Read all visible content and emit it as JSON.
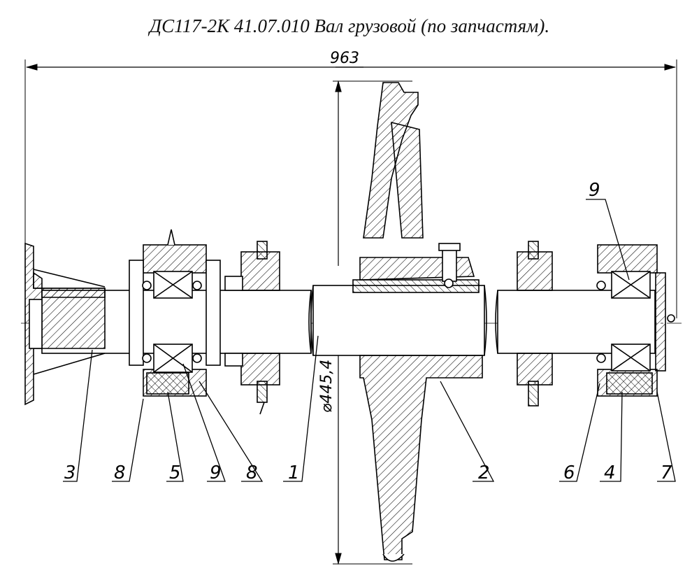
{
  "title": "ДС117-2К 41.07.010 Вал грузовой (по запчастям).",
  "dimensions": {
    "overall_length": "963",
    "sprocket_diameter": "⌀445,4"
  },
  "callouts": [
    "3",
    "8",
    "5",
    "9",
    "8",
    "1",
    "2",
    "6",
    "4",
    "7",
    "9"
  ]
}
